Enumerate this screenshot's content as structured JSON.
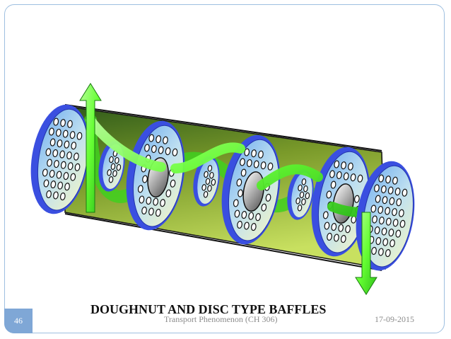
{
  "slide": {
    "title": "DOUGHNUT AND DISC TYPE BAFFLES",
    "footer": "Transport Phenomenon (CH 306)",
    "date": "17-09-2015",
    "page_number": "46"
  },
  "colors": {
    "shell_dark": "#2f5a1a",
    "shell_light": "#c8e060",
    "baffle_rim": "#3a4fe0",
    "flow_arrow": "#66ff33",
    "frame": "#9ebfe0"
  }
}
